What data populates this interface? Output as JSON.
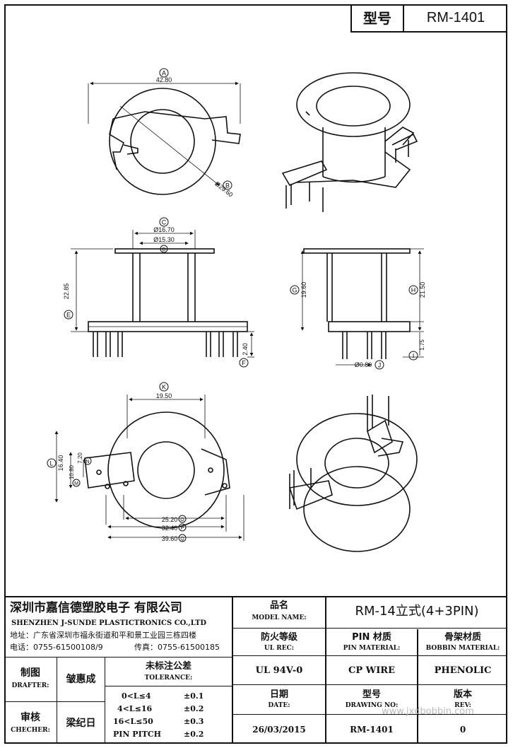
{
  "header": {
    "label": "型号",
    "value": "RM-1401"
  },
  "dims": {
    "A": "A",
    "A_val": "42.80",
    "B": "B",
    "B_val": "Ø29.60",
    "C": "C",
    "C_val": "Ø16.70",
    "D": "D",
    "D_val": "Ø15.30",
    "E": "E",
    "E_val": "22.85",
    "F": "F",
    "F_val": "2.40",
    "G": "G",
    "G_val": "19.60",
    "H": "H",
    "H_val": "21.50",
    "I": "I",
    "I_val": "1.75",
    "J": "J",
    "J_val": "Ø0.80",
    "K": "K",
    "K_val": "19.50",
    "L": "L",
    "L_val": "16.40",
    "M": "M",
    "M_val": "10.80",
    "N": "N",
    "N_val": "7.20",
    "O": "O",
    "O_val": "25.20",
    "P": "P",
    "P_val": "32.40",
    "Q": "Q",
    "Q_val": "39.60"
  },
  "company": {
    "name_cn": "深圳市嘉信德塑胶电子 有限公司",
    "name_en": "SHENZHEN J-SUNDE PLASTICTRONICS CO.,LTD",
    "address": "地址：广东省深圳市福永街道和平和景工业园三栋四楼",
    "phone": "电话：0755-61500108/9",
    "fax": "传真：0755-61500185"
  },
  "model": {
    "label_cn": "品名",
    "label_en": "MODEL NAME:",
    "value": "RM-14立式(4+3PIN)"
  },
  "ul": {
    "label_cn": "防火等级",
    "label_en": "UL REC:",
    "value": "UL 94V-0"
  },
  "pin_material": {
    "label_cn": "PIN 材质",
    "label_en": "PIN MATERIAL:",
    "value": "CP WIRE"
  },
  "bobbin_material": {
    "label_cn": "骨架材质",
    "label_en": "BOBBIN MATERIAL:",
    "value": "PHENOLIC"
  },
  "drafter": {
    "label_cn": "制图",
    "label_en": "DRAFTER:",
    "value": "皱惠成"
  },
  "checker": {
    "label_cn": "审核",
    "label_en": "CHECHER:",
    "value": "梁纪日"
  },
  "tolerance": {
    "label_cn": "未标注公差",
    "label_en": "TOLERANCE:",
    "rows": [
      {
        "range": "0<L≤4",
        "tol": "±0.1"
      },
      {
        "range": "4<L≤16",
        "tol": "±0.2"
      },
      {
        "range": "16<L≤50",
        "tol": "±0.3"
      },
      {
        "range": "PIN PITCH",
        "tol": "±0.2"
      }
    ]
  },
  "date": {
    "label_cn": "日期",
    "label_en": "DATE:",
    "value": "26/03/2015"
  },
  "drawing_no": {
    "label_cn": "型号",
    "label_en": "DRAWING NO:",
    "value": "RM-1401"
  },
  "rev": {
    "label_cn": "版本",
    "label_en": "REV:",
    "value": "0"
  },
  "watermark": "www.jxdbobbin.com"
}
